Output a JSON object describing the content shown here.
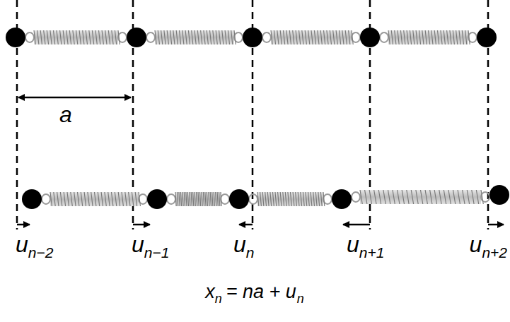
{
  "diagram": {
    "labels": [
      "a",
      "u",
      "n−2",
      "u",
      "n−1",
      "u",
      "n",
      "u",
      "n+1",
      "u",
      "n+2",
      "x",
      "n",
      "= na + u",
      "n"
    ]
  }
}
